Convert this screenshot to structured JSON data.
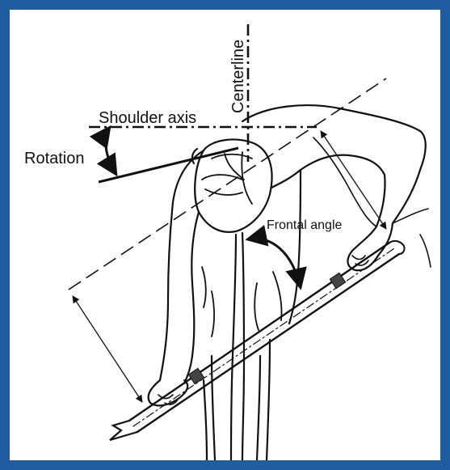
{
  "figure": {
    "frame_color": "#1f5da0",
    "background": "#ffffff",
    "ink_color": "#111111",
    "labels": {
      "centerline": "Centerline",
      "shoulder_axis": "Shoulder axis",
      "rotation": "Rotation",
      "frontal_angle": "Frontal angle"
    }
  }
}
